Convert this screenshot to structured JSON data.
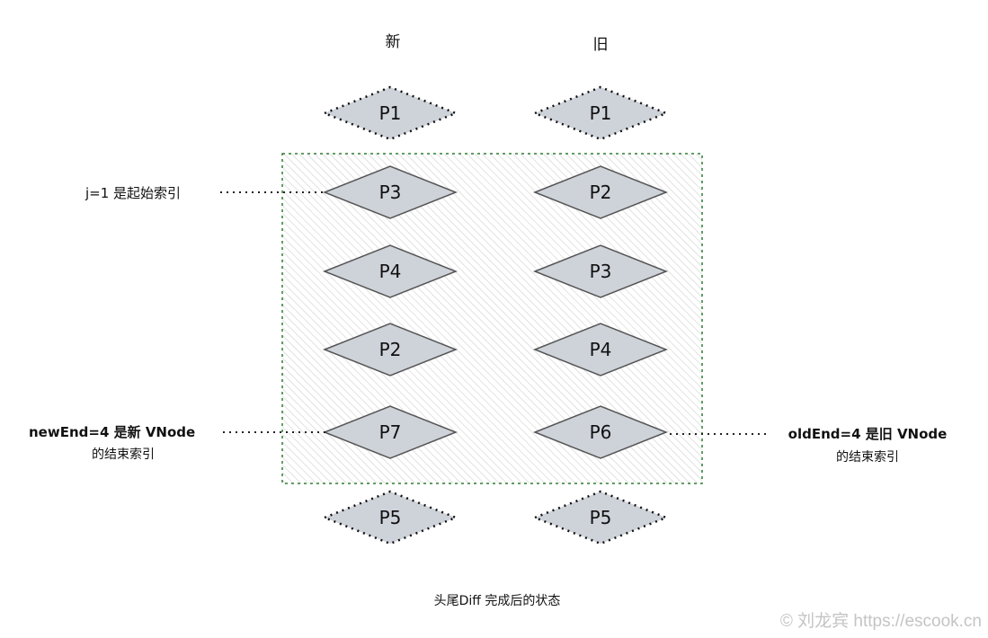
{
  "headers": {
    "new": "新",
    "old": "旧"
  },
  "columns": {
    "new": [
      {
        "label": "P1",
        "style": "dashed"
      },
      {
        "label": "P3",
        "style": "solid"
      },
      {
        "label": "P4",
        "style": "solid"
      },
      {
        "label": "P2",
        "style": "solid"
      },
      {
        "label": "P7",
        "style": "solid"
      },
      {
        "label": "P5",
        "style": "dashed"
      }
    ],
    "old": [
      {
        "label": "P1",
        "style": "dashed"
      },
      {
        "label": "P2",
        "style": "solid"
      },
      {
        "label": "P3",
        "style": "solid"
      },
      {
        "label": "P4",
        "style": "solid"
      },
      {
        "label": "P6",
        "style": "solid"
      },
      {
        "label": "P5",
        "style": "dashed"
      }
    ]
  },
  "annotations": {
    "start": "j=1 是起始索引",
    "new_end_line1": "newEnd=4 是新 VNode",
    "new_end_line2": "的结束索引",
    "old_end_line1": "oldEnd=4 是旧 VNode",
    "old_end_line2": "的结束索引"
  },
  "caption": "头尾Diff 完成后的状态",
  "watermark": "© 刘龙宾 https://escook.cn",
  "colors": {
    "node_fill": "#ced2d9",
    "region_border": "#2e7d32",
    "hatch": "#c8c8c8"
  }
}
